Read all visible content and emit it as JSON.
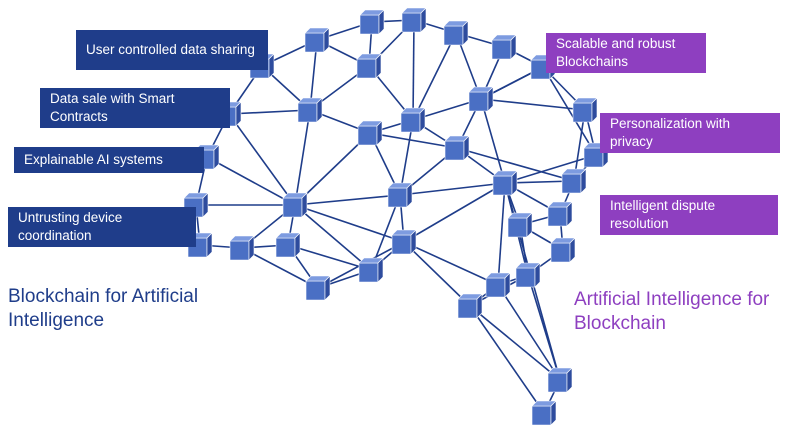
{
  "colors": {
    "left_accent": "#1f3d8a",
    "right_accent": "#8e3fc0",
    "node_face": "#4a6fc4",
    "node_top": "#7d9be0",
    "node_side": "#2e4c9e",
    "edge": "#1f3d8a"
  },
  "left_labels": [
    "User controlled data sharing",
    "Data sale with Smart Contracts",
    "Explainable AI systems",
    "Untrusting device coordination"
  ],
  "right_labels": [
    "Scalable and robust Blockchains",
    "Personalization with privacy",
    "Intelligent dispute resolution"
  ],
  "captions": {
    "left": "Blockchain for Artificial Intelligence",
    "right": "Artificial Intelligence for Blockchain"
  },
  "node_icon": "cube-icon"
}
